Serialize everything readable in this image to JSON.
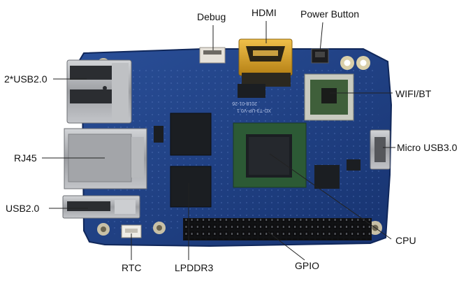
{
  "labels": {
    "debug": "Debug",
    "hdmi": "HDMI",
    "power_button": "Power Button",
    "usb2_dual": "2*USB2.0",
    "wifi_bt": "WIFI/BT",
    "rj45": "RJ45",
    "micro_usb3": "Micro USB3.0",
    "usb2": "USB2.0",
    "cpu": "CPU",
    "rtc": "RTC",
    "lpddr3": "LPDDR3",
    "gpio": "GPIO"
  },
  "silkscreen": {
    "date": "2018-01-26",
    "model": "XD-T3-UP-V0.1"
  },
  "colors": {
    "pcb": "#1f3f82",
    "pcb_dark": "#15306a",
    "chip": "#1b1e22",
    "metal": "#a9abaf",
    "gold": "#d9a52a",
    "leader": "#222222"
  }
}
